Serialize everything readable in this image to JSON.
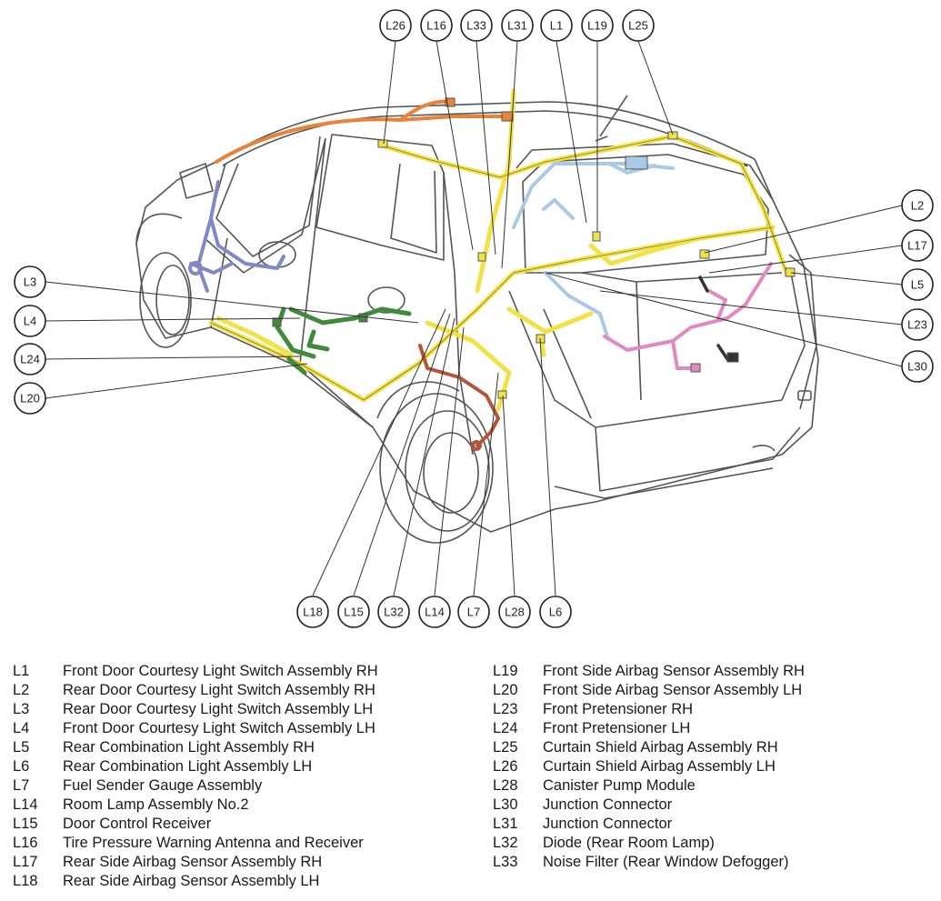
{
  "callouts": [
    {
      "code": "L26"
    },
    {
      "code": "L16"
    },
    {
      "code": "L33"
    },
    {
      "code": "L31"
    },
    {
      "code": "L1"
    },
    {
      "code": "L19"
    },
    {
      "code": "L25"
    },
    {
      "code": "L2"
    },
    {
      "code": "L17"
    },
    {
      "code": "L5"
    },
    {
      "code": "L23"
    },
    {
      "code": "L30"
    },
    {
      "code": "L3"
    },
    {
      "code": "L4"
    },
    {
      "code": "L24"
    },
    {
      "code": "L20"
    },
    {
      "code": "L18"
    },
    {
      "code": "L15"
    },
    {
      "code": "L32"
    },
    {
      "code": "L14"
    },
    {
      "code": "L7"
    },
    {
      "code": "L28"
    },
    {
      "code": "L6"
    }
  ],
  "legend": {
    "left": [
      {
        "code": "L1",
        "desc": "Front Door Courtesy Light Switch Assembly RH"
      },
      {
        "code": "L2",
        "desc": "Rear Door Courtesy Light Switch Assembly RH"
      },
      {
        "code": "L3",
        "desc": "Rear Door Courtesy Light Switch Assembly LH"
      },
      {
        "code": "L4",
        "desc": "Front Door Courtesy Light Switch Assembly LH"
      },
      {
        "code": "L5",
        "desc": "Rear Combination Light Assembly RH"
      },
      {
        "code": "L6",
        "desc": "Rear Combination Light Assembly LH"
      },
      {
        "code": "L7",
        "desc": "Fuel Sender Gauge Assembly"
      },
      {
        "code": "L14",
        "desc": "Room Lamp Assembly No.2"
      },
      {
        "code": "L15",
        "desc": "Door Control Receiver"
      },
      {
        "code": "L16",
        "desc": "Tire Pressure Warning Antenna and Receiver"
      },
      {
        "code": "L17",
        "desc": "Rear Side Airbag Sensor Assembly RH"
      },
      {
        "code": "L18",
        "desc": "Rear Side Airbag Sensor Assembly LH"
      }
    ],
    "right": [
      {
        "code": "L19",
        "desc": "Front Side Airbag Sensor Assembly RH"
      },
      {
        "code": "L20",
        "desc": "Front Side Airbag Sensor Assembly LH"
      },
      {
        "code": "L23",
        "desc": "Front Pretensioner RH"
      },
      {
        "code": "L24",
        "desc": "Front Pretensioner LH"
      },
      {
        "code": "L25",
        "desc": "Curtain Shield Airbag Assembly RH"
      },
      {
        "code": "L26",
        "desc": "Curtain Shield Airbag Assembly LH"
      },
      {
        "code": "L28",
        "desc": "Canister Pump Module"
      },
      {
        "code": "L30",
        "desc": "Junction Connector"
      },
      {
        "code": "L31",
        "desc": "Junction Connector"
      },
      {
        "code": "L32",
        "desc": "Diode (Rear Room Lamp)"
      },
      {
        "code": "L33",
        "desc": "Noise Filter (Rear Window Defogger)"
      }
    ]
  },
  "colors": {
    "harness_main": "#f2e24a",
    "harness_orange": "#e8843a",
    "harness_blue": "#7f89c8",
    "harness_lightblue": "#aac9e6",
    "harness_green": "#3f8a3c",
    "harness_pink": "#e08ac2",
    "harness_brown": "#b4553a",
    "outline": "#555555"
  }
}
